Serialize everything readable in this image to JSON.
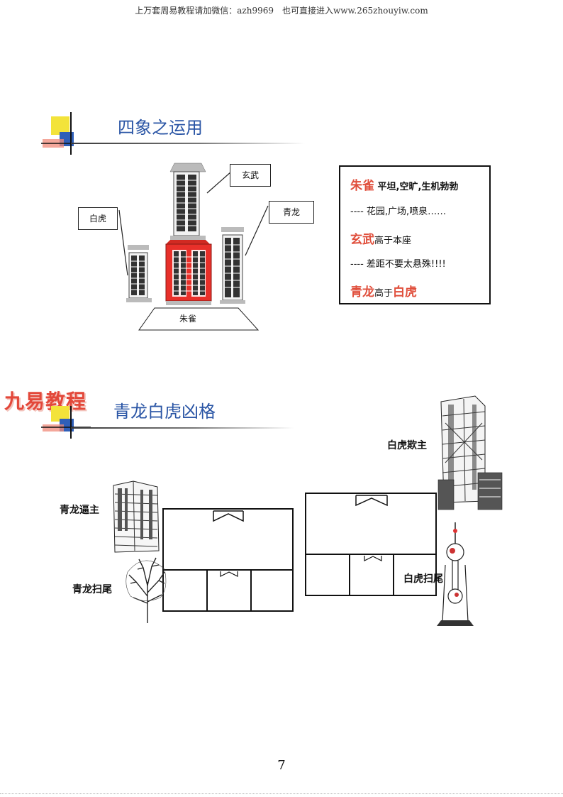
{
  "header_note": "上万套周易教程请加微信：azh9969　也可直接进入www.265zhouyiw.com",
  "section1": {
    "title": "四象之运用",
    "labels": {
      "xuanwu": "玄武",
      "qinglong": "青龙",
      "baihu": "白虎",
      "zhuque": "朱雀"
    },
    "legend": {
      "line1_red": "朱雀",
      "line1_text": "平坦,空旷,生机勃勃",
      "line2": "---- 花园,广场,喷泉……",
      "line3_red": "玄武",
      "line3_text": "高于本座",
      "line4": "---- 差距不要太悬殊!!!!",
      "line5_red_a": "青龙",
      "line5_text": "高于",
      "line5_red_b": "白虎"
    }
  },
  "section2": {
    "brand": "九易教程",
    "title": "青龙白虎凶格",
    "labels": {
      "qinglong_bizhu": "青龙逼主",
      "qinglong_saowei": "青龙扫尾",
      "baihu_qizhu": "白虎欺主",
      "baihu_saowei": "白虎扫尾"
    }
  },
  "page_number": "7",
  "colors": {
    "title_blue": "#2a55a5",
    "accent_red": "#e04f3c",
    "center_building": "#e8302a"
  }
}
